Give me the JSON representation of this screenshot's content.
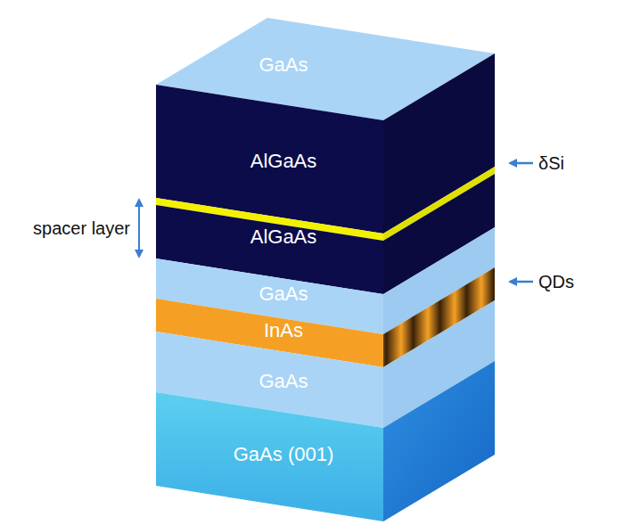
{
  "diagram": {
    "nodes": [
      {
        "text": [
          "GaAs"
        ]
      },
      {
        "text": [
          "AlGaAs"
        ]
      },
      {
        "text": [
          "AlGaAs"
        ]
      },
      {
        "text": [
          "GaAs"
        ]
      },
      {
        "text": [
          "InAs"
        ]
      },
      {
        "text": [
          "GaAs"
        ]
      },
      {
        "text": [
          "GaAs (001)"
        ]
      }
    ],
    "labels": [
      "δSi",
      "spacer layer",
      "QDs"
    ]
  }
}
